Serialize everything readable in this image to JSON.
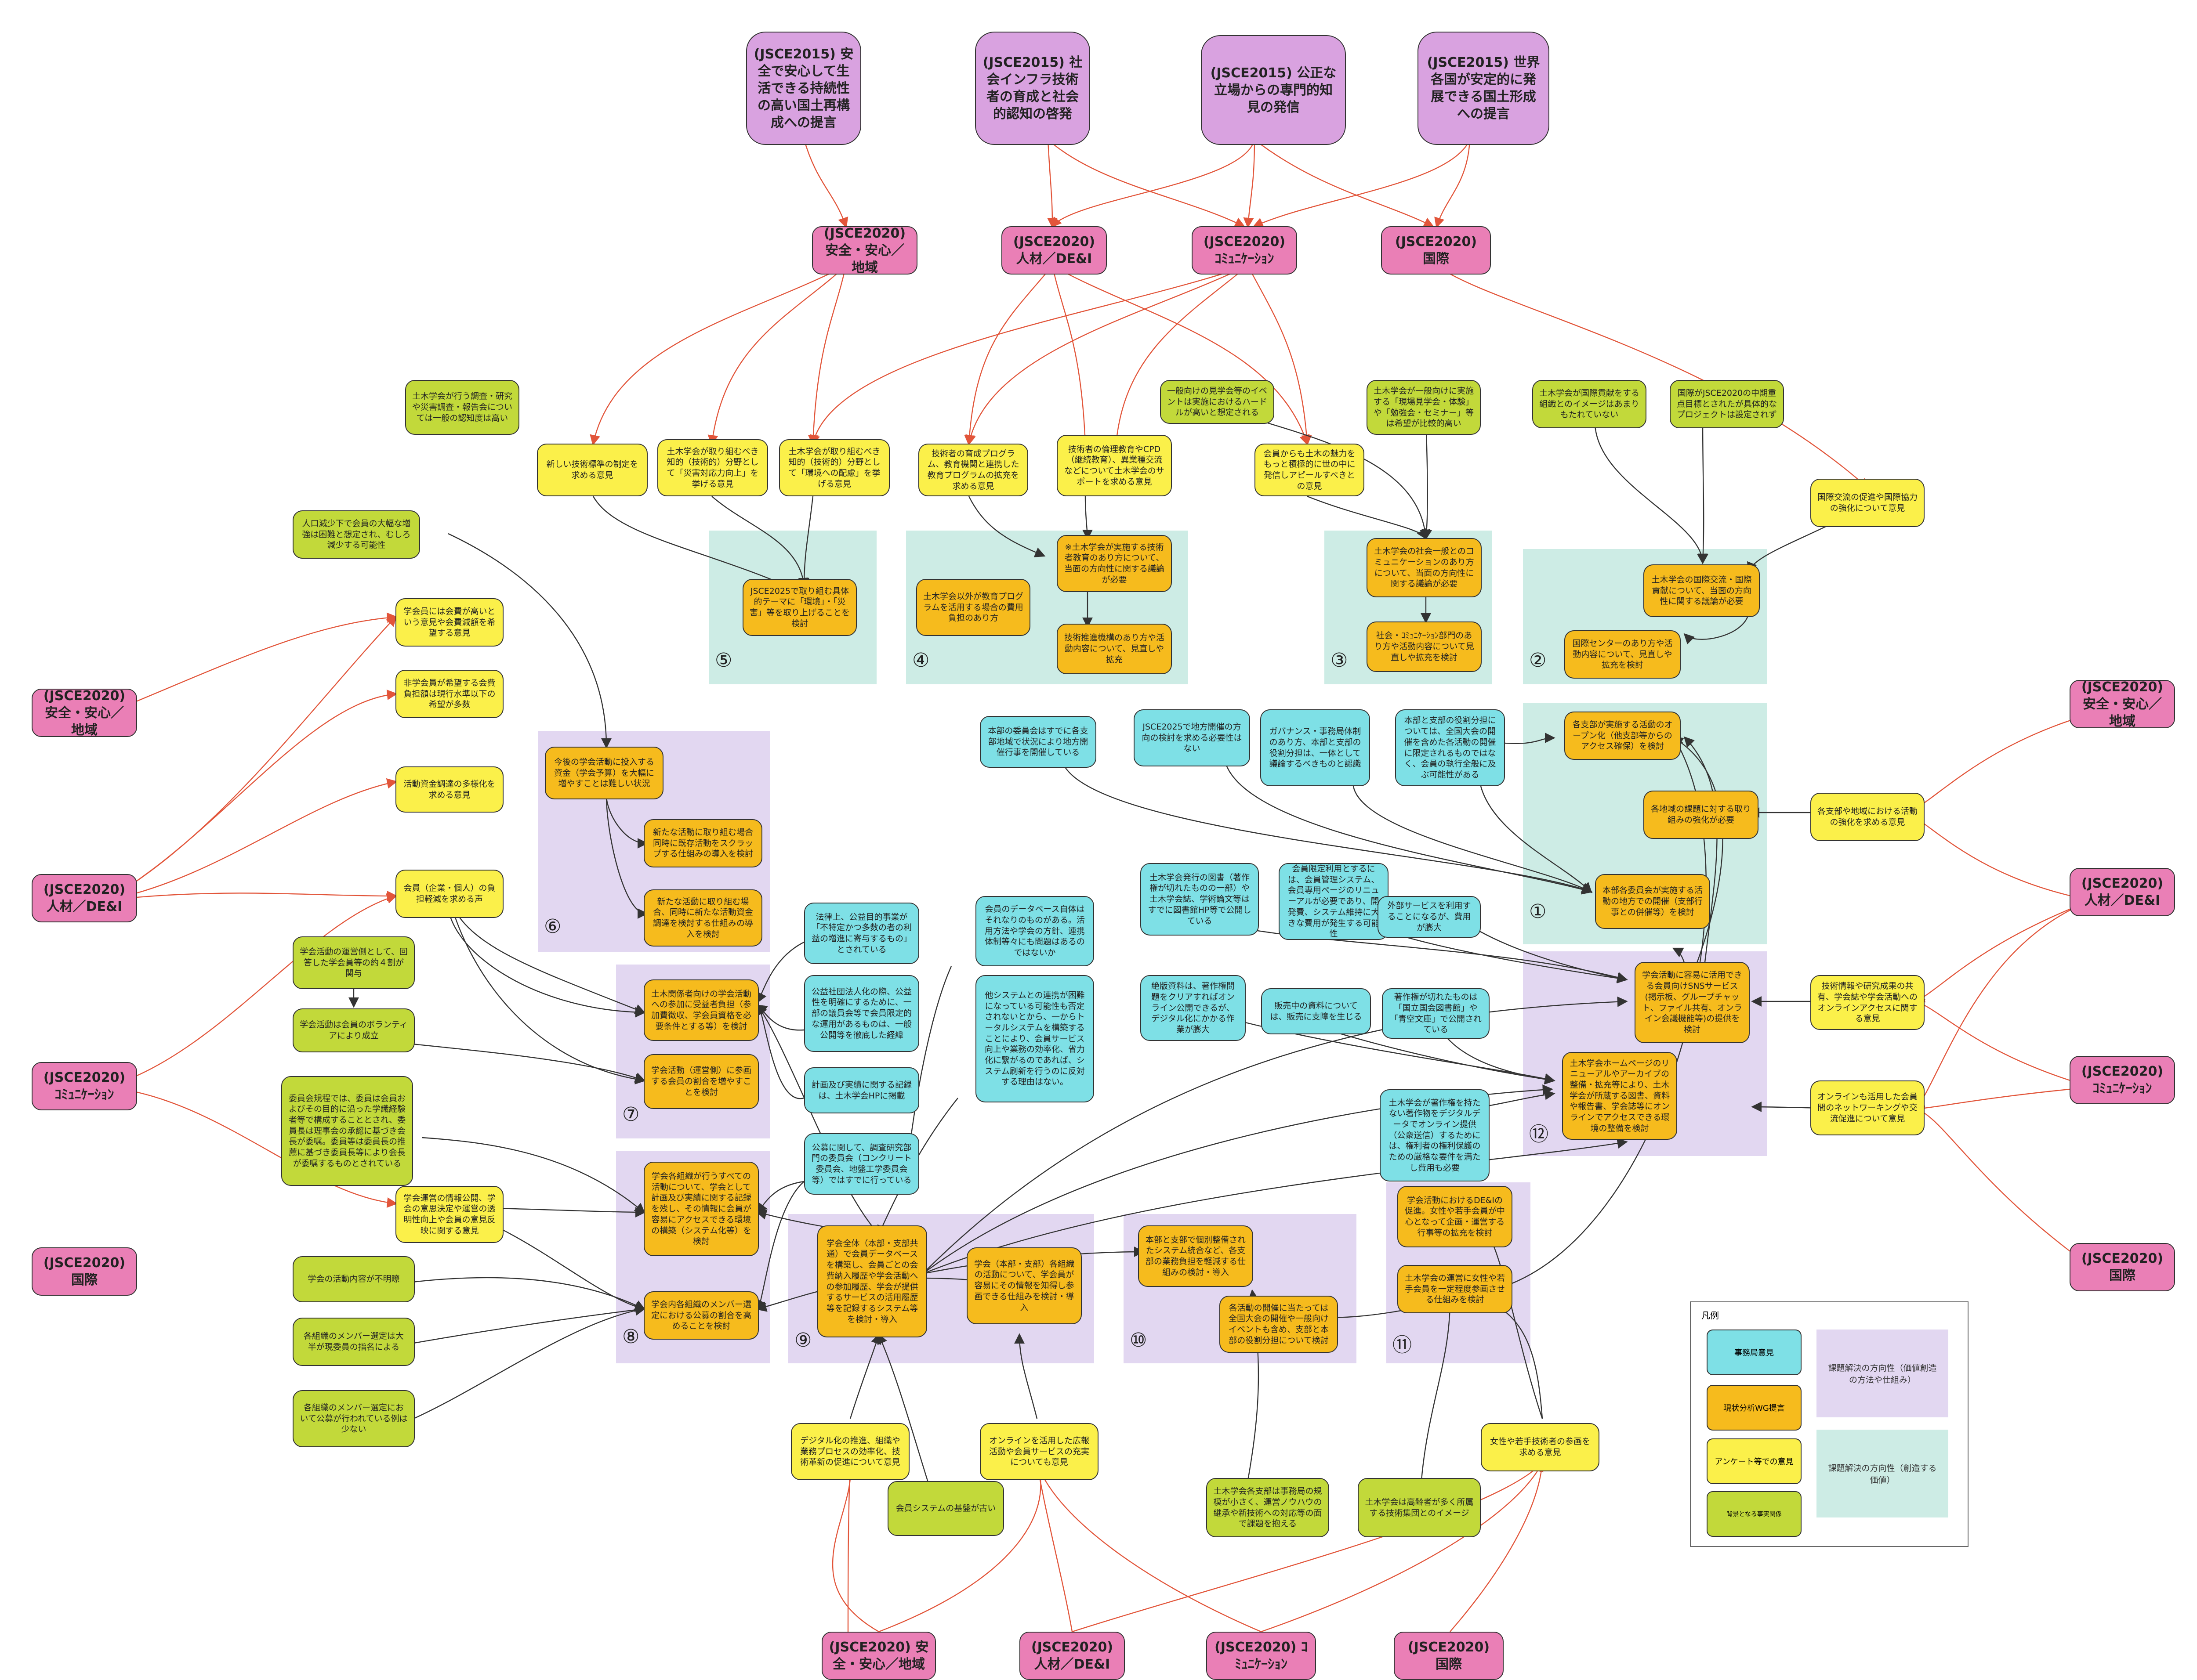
{
  "legend": {
    "title": "凡例",
    "secretariat": "事務局意見",
    "wg": "現状分析WG提言",
    "survey": "アンケート等での意見",
    "background": "背景となる事実関係",
    "direction_value": "課題解決の方向性（価値創造の方法や仕組み）",
    "direction_create": "課題解決の方向性（創造する価値）"
  },
  "regions": [
    "①",
    "②",
    "③",
    "④",
    "⑤",
    "⑥",
    "⑦",
    "⑧",
    "⑨",
    "⑩",
    "⑪",
    "⑫"
  ],
  "top_jsce2015": [
    "(JSCE2015) 安全で安心して生活できる持続性の高い国土再構成への提言",
    "(JSCE2015) 社会インフラ技術者の育成と社会的認知の啓発",
    "(JSCE2015) 公正な立場からの専門的知見の発信",
    "(JSCE2015) 世界各国が安定的に発展できる国土形成への提言"
  ],
  "jsce2020": {
    "safety": "(JSCE2020) 安全・安心／地域",
    "people": "(JSCE2020) 人材／DE&I",
    "comm": "(JSCE2020) ｺﾐｭﾆｹｰｼｮﾝ",
    "intl": "(JSCE2020) 国際"
  },
  "nodes": {
    "y_newtech": "新しい技術標準の制定を求める意見",
    "y_disaster": "土木学会が取り組むべき知的（技術的）分野として「災害対応力向上」を挙げる意見",
    "y_env": "土木学会が取り組むべき知的（技術的）分野として「環境への配慮」を挙げる意見",
    "y_edu": "技術者の育成プログラム、教育機関と連携した教育プログラムの拡充を求める意見",
    "y_cpd": "技術者の倫理教育やCPD（継続教育）、異業種交流などについて土木学会のサポートを求める意見",
    "y_appeal": "会員からも土木の魅力をもっと積極的に世の中に発信しアピールすべきとの意見",
    "y_intl": "国際交流の促進や国際協力の強化について意見",
    "y_fee": "学会員には会費が高いという意見や会費減額を希望する意見",
    "y_nonmember": "非学会員が希望する会費負担額は現行水準以下の希望が多数",
    "y_fund": "活動資金調達の多様化を求める意見",
    "y_burden": "会員（企業・個人）の負担軽減を求める声",
    "y_info": "学会運営の情報公開、学会の意思決定や運営の透明性向上や会員の意見反映に関する意見",
    "y_digital": "デジタル化の推進、組織や業務プロセスの効率化、技術革新の促進について意見",
    "y_online": "オンラインを活用した広報活動や会員サービスの充実についても意見",
    "y_young": "女性や若手技術者の参画を求める意見",
    "y_branch": "各支部や地域における活動の強化を求める意見",
    "y_share": "技術情報や研究成果の共有、学会誌や学会活動へのオンラインアクセスに関する意見",
    "y_network": "オンラインも活用した会員間のネットワーキングや交流促進について意見",
    "g_survey": "土木学会が行う調査・研究や災害調査・報告会については一般の認知度は高い",
    "g_decline": "人口減少下で会員の大幅な増強は困難と想定され、むしろ減少する可能性",
    "g_event": "一般向けの見学会等のイベントは実施におけるハードルが高いと想定される",
    "g_public": "土木学会が一般向けに実施する「現場見学会・体験」や「勉強会・セミナー」等は希望が比較的高い",
    "g_contrib": "土木学会が国際貢献をする組織とのイメージはあまりもたれていない",
    "g_midterm": "国際がJSCE2020の中期重点目標とされたが具体的なプロジェクトは設定されず",
    "g_survey2": "学会活動の運営側として、回答した学会員等の約４割が関与",
    "g_volunteer": "学会活動は会員のボランティアにより成立",
    "g_committee": "委員会規程では、委員は会員およびその目的に沿った学識経験者等で構成することとされ、委員長は理事会の承認に基づき会長が委嘱。委員等は委員長の推薦に基づき委員長等により会長が委嘱するものとされている",
    "g_unclear": "学会の活動内容が不明瞭",
    "g_halfmember": "各組織のメンバー選定は大半が現委員の指名による",
    "g_public_recruit": "各組織のメンバー選定において公募が行われている例は少ない",
    "g_system": "会員システムの基盤が古い",
    "g_branch_small": "土木学会各支部は事務局の規模が小さく、運営ノウハウの継承や新技術への対応等の面で課題を抱える",
    "g_senior": "土木学会は高齢者が多く所属する技術集団とのイメージ",
    "c_hq": "本部の委員会はすでに各支部地域で状況により地方開催行事を開催している",
    "c_jsce2025": "JSCE2025で地方開催の方向の検討を求める必要性はない",
    "c_gov": "ガバナンス・事務局体制のあり方、本部と支部の役割分担は、一体として議論するべきものと認識",
    "c_role": "本部と支部の役割分担については、全国大会の開催を含めた各活動の開催に限定されるものではなく、会員の執行全般に及ぶ可能性がある",
    "c_pub": "土木学会発行の図書（著作権が切れたものの一部）や土木学会誌、学術論文等はすでに図書館HP等で公開している",
    "c_limited": "会員限定利用とするには、会員管理システム、会員専用ページのリニューアルが必要であり、開発費、システム維持に大きな費用が発生する可能性",
    "c_external": "外部サービスを利用することになるが、費用が膨大",
    "c_outofprint": "絶版資料は、著作権問題をクリアすればオンライン公開できるが、デジタル化にかかる作業が膨大",
    "c_sale": "販売中の資料については、販売に支障を生じる",
    "c_copyright": "著作権が切れたものは「国立国会図書館」や「青空文庫」で公開されている",
    "c_law": "法律上、公益目的事業が「不特定かつ多数の者の利益の増進に寄与するもの」とされている",
    "c_public": "公益社団法人化の際、公益性を明確にするために、一部の議員会等で会員限定的な運用があるものは、一般公開等を徹底した経緯",
    "c_record": "計画及び実績に関する記録は、土木学会HPに掲載",
    "c_recruit": "公募に関して、調査研究部門の委員会（コンクリート委員会、地盤工学委員会等）ではすでに行っている",
    "c_db": "会員のデータベース自体はそれなりのものがある。活用方法や学会の方針、連携体制等々にも問題はあるのではないか",
    "c_system": "他システムとの連携が困難になっている可能性も否定されないとから、一からトータルシステムを構築することにより、会員サービス向上や業務の効率化、省力化に繋がるのであれば、システム刷新を行うのに反対する理由はない。",
    "o_1": "本部各委員会が実施する活動の地方での開催（支部行事との併催等）を検討",
    "o_branch": "各支部が実施する活動のオープン化（他支部等からのアクセス確保）を検討",
    "o_regional": "各地域の課題に対する取り組みの強化が必要",
    "o_intl": "土木学会の国際交流・国際貢献について、当面の方向性に関する議論が必要",
    "o_center": "国際センターのあり方や活動内容について、見直しや拡充を検討",
    "o_comm": "土木学会の社会一般とのコミュニケーションのあり方について、当面の方向性に関する議論が必要",
    "o_commdept": "社会・ｺﾐｭﾆｹｰｼｮﾝ部門のあり方や活動内容について見直しや拡充を検討",
    "o_edu_outside": "土木学会以外が教育プログラムを活用する場合の費用負担のあり方",
    "o_edu": "※土木学会が実施する技術者教育のあり方について、当面の方向性に関する議論が必要",
    "o_promo": "技術推進機構のあり方や活動内容について、見直しや拡充",
    "o_jsce2025": "JSCE2025で取り組む具体的テーマに「環境」・「災害」等を取り上げることを検討",
    "o_funds": "今後の学会活動に投入する資金（学会予算）を大幅に増やすことは難しい状況",
    "o_scrap": "新たな活動に取り組む場合同時に既存活動をスクラップする仕組みの導入を検討",
    "o_newfund": "新たな活動に取り組む場合、同時に新たな活動資金調達を検討する仕組みの導入を検討",
    "o_participate": "土木関係者向けの学会活動への参加に受益者負担（参加費徴収、学会員資格を必要条件とする等）を検討",
    "o_ratio": "学会活動（運営側）に参画する会員の割合を増やすことを検討",
    "o_record": "学会各組織が行うすべての活動について、学会として計画及び実績に関する記録を残し、その情報に会員が容易にアクセスできる環境の構築（システム化等）を検討",
    "o_member": "学会内各組織のメンバー選定における公募の割合を高めることを検討",
    "o_db": "学会全体（本部・支部共通）で会員データベースを構築し、会員ごとの会費納入履歴や学会活動への参加履歴、学会が提供するサービスの活用履歴等を記録するシステム等を検討・導入",
    "o_easy": "学会（本部・支部）各組織の活動について、学会員が容易にその情報を知得し参画できる仕組みを検討・導入",
    "o_system10": "本部と支部で個別整備されたシステム統合など、各支部の業務負担を軽減する仕組みの検討・導入",
    "o_event10": "各活動の開催に当たっては全国大会の開催や一般向けイベントも含め、支部と本部の役割分担について検討",
    "o_dei": "学会活動におけるDE&Iの促進。女性や若手会員が中心となって企画・運営する行事等の拡充を検討",
    "o_female": "土木学会の運営に女性や若手会員を一定程度参画させる仕組みを検討",
    "o_sns": "学会活動に容易に活用できる会員向けSNSサービス(掲示板、グループチャット、ファイル共有、オンライン会議機能等)の提供を検討",
    "o_hp": "土木学会ホームページのリニューアルやアーカイブの整備・拡充等により、土木学会が所蔵する図書、資料や報告書、学会誌等にオンラインでアクセスできる環境の整備を検討",
    "c_copyright2": "土木学会が著作権を持たない著作物をデジタルデータでオンライン提供（公衆送信）するためには、権利者の権利保護のための厳格な要件を満たし費用も必要"
  }
}
